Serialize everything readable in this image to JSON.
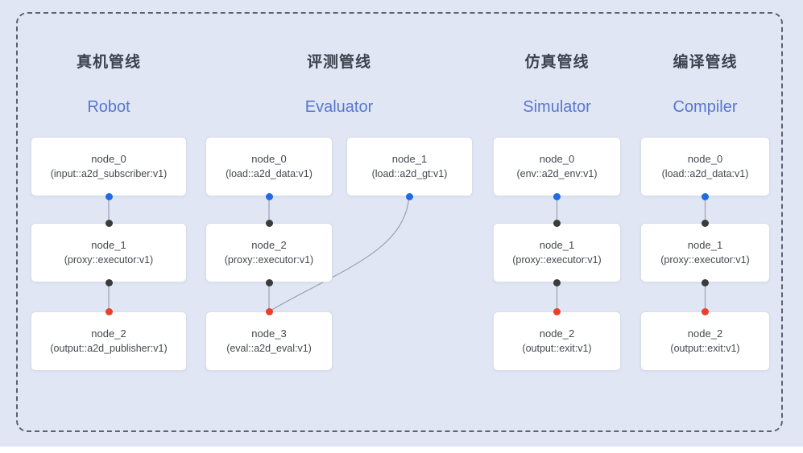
{
  "colors": {
    "background": "#e1e6f5",
    "dashed_border": "#5b6270",
    "node_bg": "#ffffff",
    "node_border": "#d9dde6",
    "node_text": "#454850",
    "title_zh": "#3d424d",
    "title_en": "#5877cc",
    "connector": "#8b95a8",
    "port_blue": "#1f6be0",
    "port_dark": "#3b3b3b",
    "port_red": "#e8402d"
  },
  "pipelines": [
    {
      "id": "robot",
      "title_zh": "真机管线",
      "title_en": "Robot",
      "nodes": [
        {
          "title": "node_0",
          "subtitle": "(input::a2d_subscriber:v1)",
          "bottom_port": "blue"
        },
        {
          "title": "node_1",
          "subtitle": "(proxy::executor:v1)",
          "top_port": "dark",
          "bottom_port": "dark"
        },
        {
          "title": "node_2",
          "subtitle": "(output::a2d_publisher:v1)",
          "top_port": "red"
        }
      ]
    },
    {
      "id": "evaluator",
      "title_zh": "评测管线",
      "title_en": "Evaluator",
      "nodes": [
        {
          "title": "node_0",
          "subtitle": "(load::a2d_data:v1)",
          "bottom_port": "blue"
        },
        {
          "title": "node_1",
          "subtitle": "(load::a2d_gt:v1)",
          "bottom_port": "blue"
        },
        {
          "title": "node_2",
          "subtitle": "(proxy::executor:v1)",
          "top_port": "dark",
          "bottom_port": "dark"
        },
        {
          "title": "node_3",
          "subtitle": "(eval::a2d_eval:v1)",
          "top_port": "red"
        }
      ]
    },
    {
      "id": "simulator",
      "title_zh": "仿真管线",
      "title_en": "Simulator",
      "nodes": [
        {
          "title": "node_0",
          "subtitle": "(env::a2d_env:v1)",
          "bottom_port": "blue"
        },
        {
          "title": "node_1",
          "subtitle": "(proxy::executor:v1)",
          "top_port": "dark",
          "bottom_port": "dark"
        },
        {
          "title": "node_2",
          "subtitle": "(output::exit:v1)",
          "top_port": "red"
        }
      ]
    },
    {
      "id": "compiler",
      "title_zh": "编译管线",
      "title_en": "Compiler",
      "nodes": [
        {
          "title": "node_0",
          "subtitle": "(load::a2d_data:v1)",
          "bottom_port": "blue"
        },
        {
          "title": "node_1",
          "subtitle": "(proxy::executor:v1)",
          "top_port": "dark",
          "bottom_port": "dark"
        },
        {
          "title": "node_2",
          "subtitle": "(output::exit:v1)",
          "top_port": "red"
        }
      ]
    }
  ],
  "connections": [
    "robot: node_0 -> node_1",
    "robot: node_1 -> node_2",
    "evaluator: node_0 -> node_2",
    "evaluator: node_2 -> node_3",
    "evaluator: node_1 -> node_3 (curved)",
    "simulator: node_0 -> node_1",
    "simulator: node_1 -> node_2",
    "compiler: node_0 -> node_1",
    "compiler: node_1 -> node_2"
  ]
}
